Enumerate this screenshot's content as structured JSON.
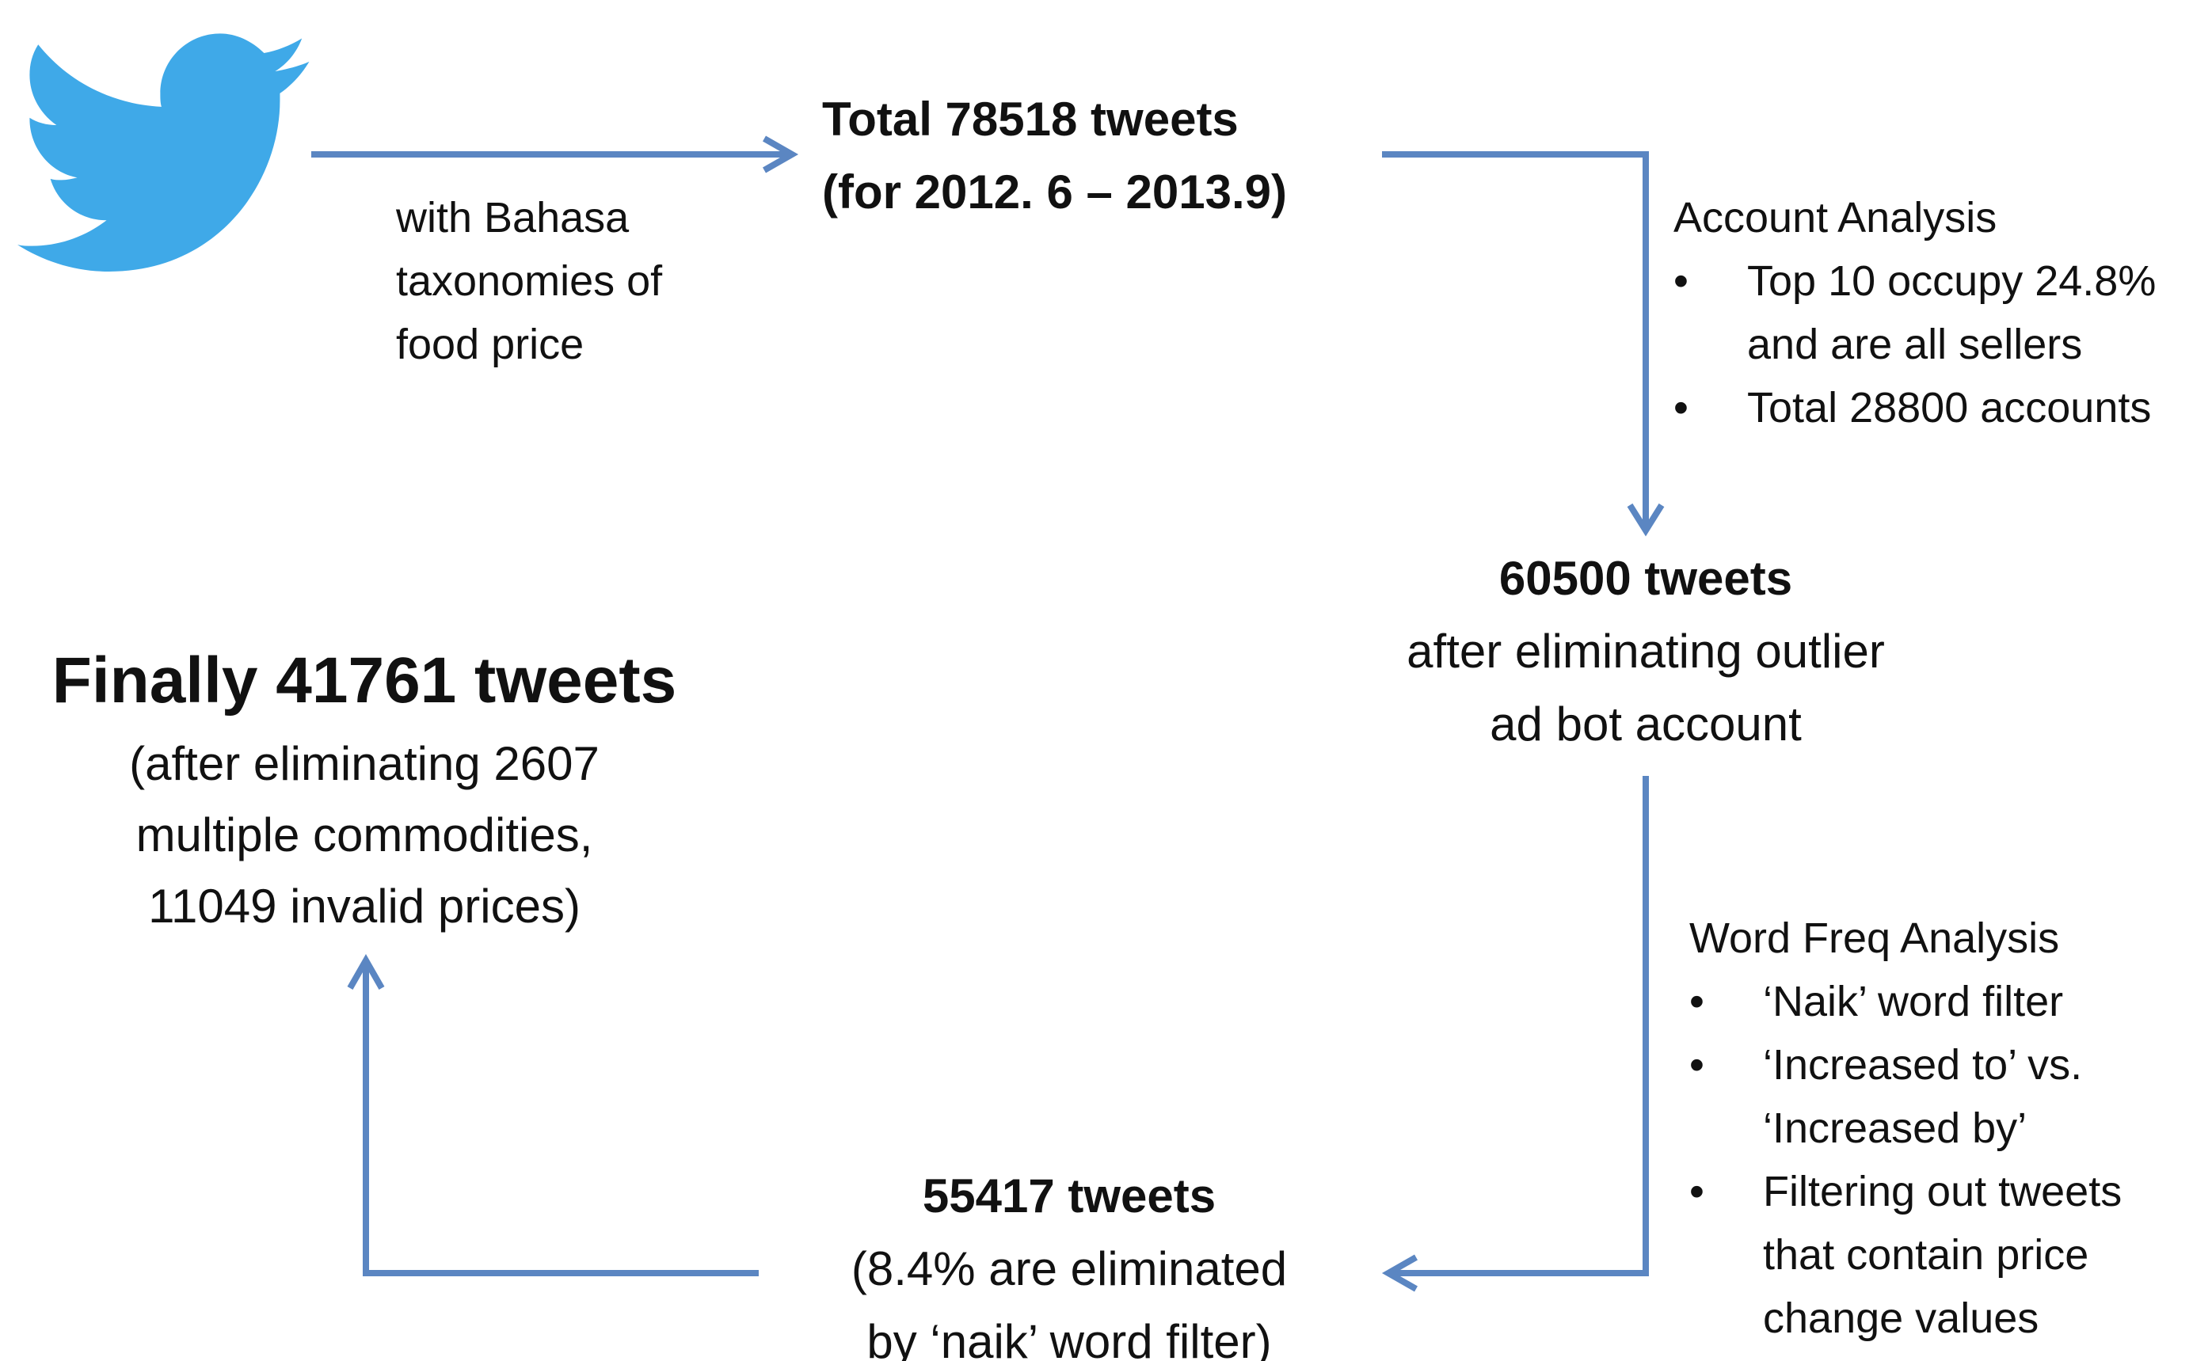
{
  "source_label": [
    "with Bahasa",
    "taxonomies of",
    "food price"
  ],
  "total": {
    "title": "Total 78518 tweets",
    "period": "(for 2012. 6 – 2013.9)"
  },
  "account_analysis": {
    "heading": "Account Analysis",
    "bullets": [
      [
        "Top 10 occupy 24.8%",
        "and are all sellers"
      ],
      [
        "Total 28800 accounts"
      ]
    ]
  },
  "after_outlier": {
    "title": "60500 tweets",
    "lines": [
      "after eliminating outlier",
      "ad bot account"
    ]
  },
  "word_freq": {
    "heading": "Word Freq Analysis",
    "bullets": [
      [
        "‘Naik’ word filter"
      ],
      [
        "‘Increased  to’ vs.",
        "‘Increased  by’"
      ],
      [
        "Filtering out tweets",
        "that contain price",
        "change values"
      ]
    ]
  },
  "after_naik": {
    "title": "55417 tweets",
    "lines": [
      "(8.4% are eliminated",
      "by ‘naik’ word filter)"
    ]
  },
  "final": {
    "title": "Finally 41761 tweets",
    "lines": [
      "(after eliminating 2607",
      "multiple commodities,",
      "11049 invalid prices)"
    ]
  },
  "colors": {
    "arrow": "#5b86c2",
    "bird": "#3fa9e8",
    "text": "#111111"
  }
}
